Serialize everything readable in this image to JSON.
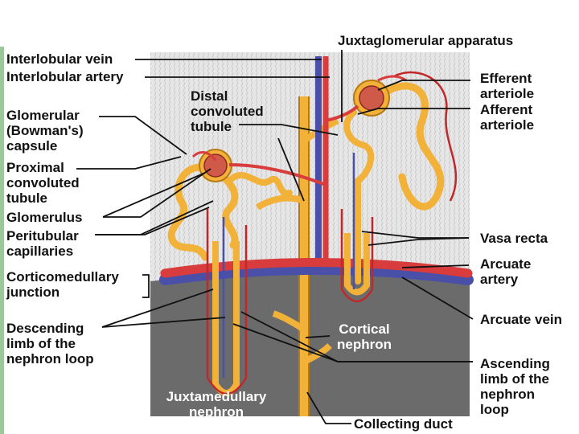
{
  "colors": {
    "tubule": "#f2b23a",
    "tubule_outline": "#b77a12",
    "artery": "#d83c3c",
    "vein": "#4a4fa8",
    "capillary": "#c0282a",
    "cortex_bg": "#e4e4e4",
    "medulla_bg": "#6b6b6b",
    "left_accent": "#9bc79b"
  },
  "labels": {
    "interlobular_vein": "Interlobular vein",
    "interlobular_artery": "Interlobular artery",
    "glomerular_capsule": [
      "Glomerular",
      "(Bowman's)",
      "capsule"
    ],
    "proximal_tubule": [
      "Proximal",
      "convoluted",
      "tubule"
    ],
    "glomerulus": "Glomerulus",
    "peritubular_capillaries": [
      "Peritubular",
      "capillaries"
    ],
    "corticomedullary_junction": [
      "Corticomedullary",
      "junction"
    ],
    "descending_limb": [
      "Descending",
      "limb of the",
      "nephron loop"
    ],
    "distal_tubule": [
      "Distal",
      "convoluted",
      "tubule"
    ],
    "juxtaglomerular_apparatus": "Juxtaglomerular apparatus",
    "efferent_arteriole": [
      "Efferent",
      "arteriole"
    ],
    "afferent_arteriole": [
      "Afferent",
      "arteriole"
    ],
    "vasa_recta": "Vasa recta",
    "arcuate_artery": [
      "Arcuate",
      "artery"
    ],
    "arcuate_vein": "Arcuate vein",
    "cortical_nephron": [
      "Cortical",
      "nephron"
    ],
    "juxtamedullary_nephron": [
      "Juxtamedullary",
      "nephron"
    ],
    "ascending_limb": [
      "Ascending",
      "limb of the",
      "nephron",
      "loop"
    ],
    "collecting_duct": "Collecting duct"
  }
}
